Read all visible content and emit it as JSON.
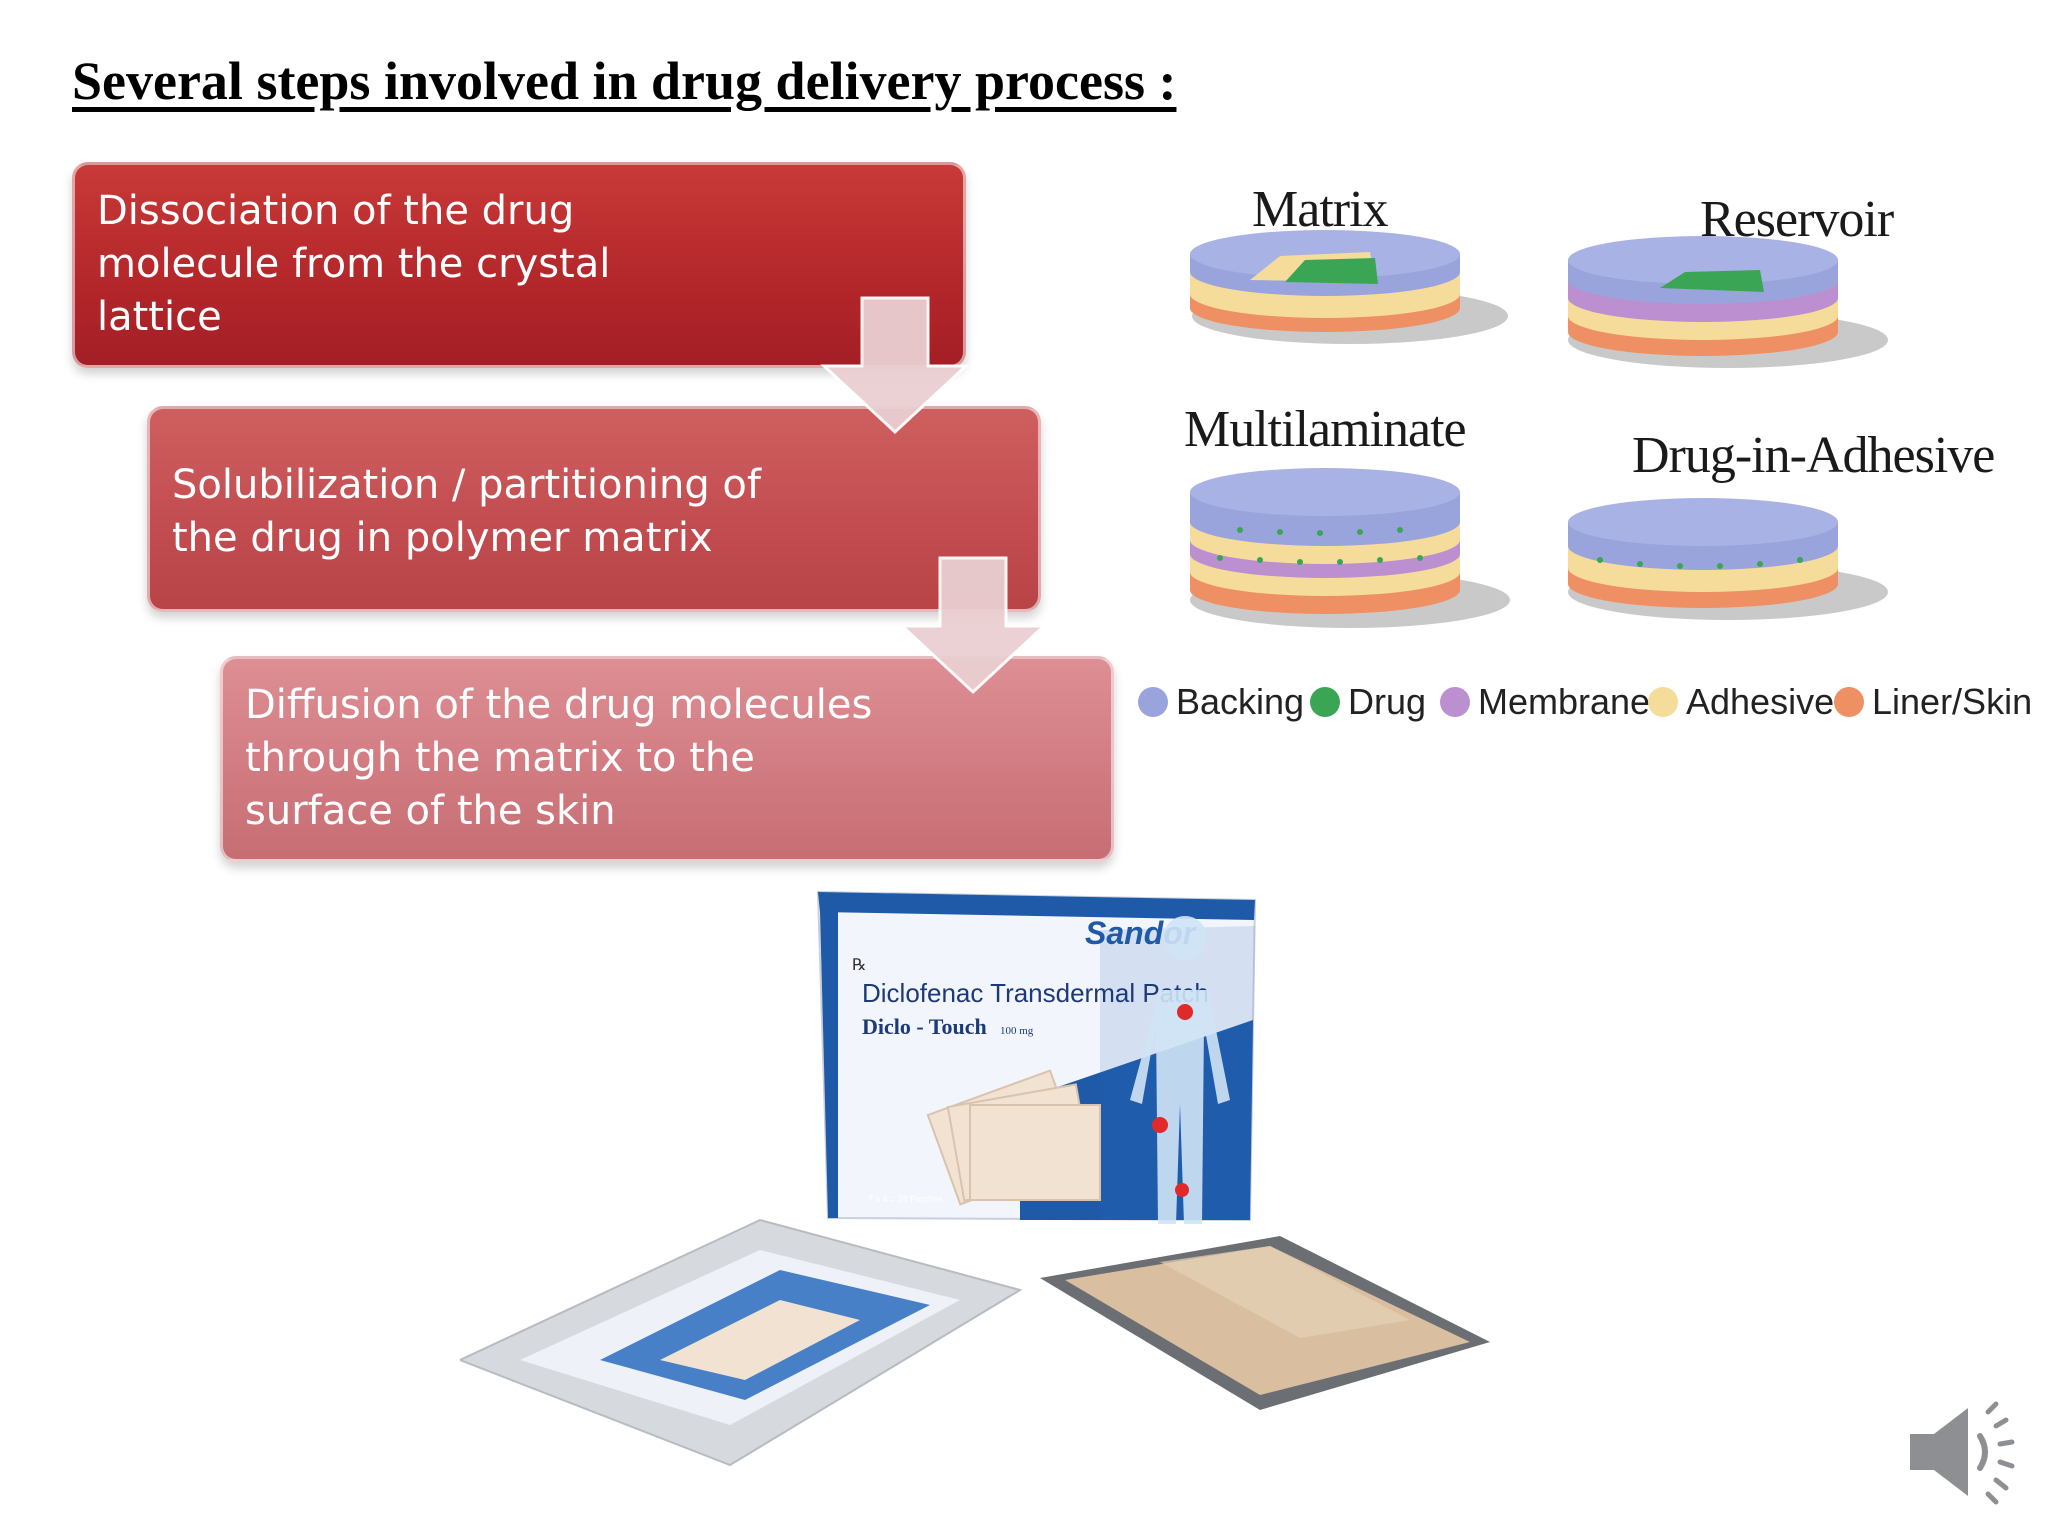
{
  "slide": {
    "title": "Several steps involved in drug delivery process :"
  },
  "steps": [
    {
      "lines": [
        "Dissociation of the drug",
        "molecule from the crystal",
        "lattice"
      ]
    },
    {
      "lines": [
        "Solubilization / partitioning of",
        "the drug in polymer matrix"
      ]
    },
    {
      "lines": [
        "Diffusion of the drug molecules",
        "through the matrix to the",
        "surface of the skin"
      ]
    }
  ],
  "patch_types": {
    "matrix": "Matrix",
    "reservoir": "Reservoir",
    "multilaminate": "Multilaminate",
    "drug_in_adhesive": "Drug-in-Adhesive"
  },
  "legend": [
    {
      "label": "Backing",
      "color": "#9aa4dc"
    },
    {
      "label": "Drug",
      "color": "#3aa655"
    },
    {
      "label": "Membrane",
      "color": "#bb8fd0"
    },
    {
      "label": "Adhesive",
      "color": "#f6dc9a"
    },
    {
      "label": "Liner/Skin",
      "color": "#ee9064"
    }
  ],
  "product": {
    "brand": "Sandor",
    "rx": "℞",
    "name": "Diclofenac Transdermal Patch",
    "trade_name": "Diclo - Touch",
    "strength": "100 mg",
    "pack": "7 x 4 = 28 Patches"
  },
  "colors": {
    "step1": "#b3262a",
    "step2": "#c24c50",
    "step3": "#d07a80",
    "arrow": "#eacfd1",
    "box_blue": "#1f5aa8"
  }
}
